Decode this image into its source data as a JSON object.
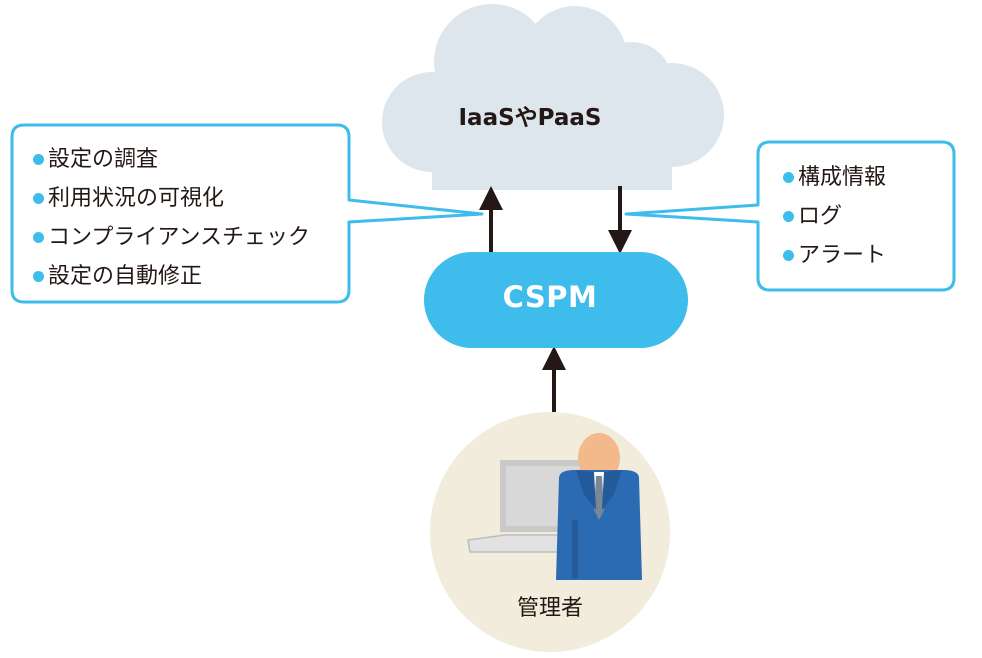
{
  "cloud": {
    "label": "IaaSやPaaS"
  },
  "cspm": {
    "label": "CSPM"
  },
  "admin": {
    "label": "管理者"
  },
  "left_callout": {
    "items": [
      {
        "label": "設定の調査"
      },
      {
        "label": "利用状況の可視化"
      },
      {
        "label": "コンプライアンスチェック"
      },
      {
        "label": "設定の自動修正"
      }
    ]
  },
  "right_callout": {
    "items": [
      {
        "label": "構成情報"
      },
      {
        "label": "ログ"
      },
      {
        "label": "アラート"
      }
    ]
  },
  "colors": {
    "cloud_fill": "#dde6ec",
    "cspm_fill": "#3ebcec",
    "callout_border": "#3ebcec",
    "admin_circle": "#f2ecdc",
    "arrow": "#231815",
    "suit": "#2a6bb3",
    "skin": "#f4b98a",
    "laptop": "#c9c9c9"
  },
  "icons": [
    "cloud-shape",
    "admin-person-icon",
    "laptop-icon"
  ]
}
